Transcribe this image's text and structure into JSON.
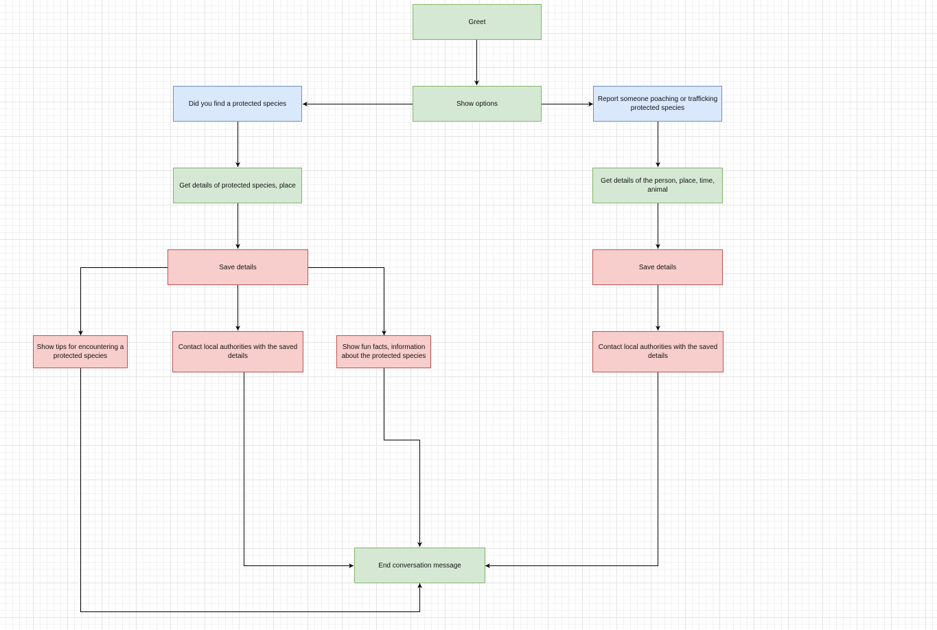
{
  "colors": {
    "green_fill": "#d5e8d4",
    "green_stroke": "#82b366",
    "blue_fill": "#dae8fc",
    "blue_stroke": "#6c8ebf",
    "red_fill": "#f8cecc",
    "red_stroke": "#b85450",
    "edge": "#000000"
  },
  "nodes": {
    "greet": "Greet",
    "show_options": "Show options",
    "found_species": "Did you find a protected species",
    "report_poaching": "Report someone poaching or trafficking protected species",
    "details_species": "Get details of protected species, place",
    "details_person": "Get details of the person, place, time, animal",
    "save_left": "Save details",
    "save_right": "Save details",
    "tips": "Show tips for encountering a protected species",
    "contact_left": "Contact local authorities with the saved details",
    "fun_facts": "Show fun facts, information about the protected species",
    "contact_right": "Contact local authorities with the saved details",
    "end": "End conversation message"
  },
  "edges": [
    {
      "from": "greet",
      "to": "show_options"
    },
    {
      "from": "show_options",
      "to": "found_species"
    },
    {
      "from": "show_options",
      "to": "report_poaching"
    },
    {
      "from": "found_species",
      "to": "details_species"
    },
    {
      "from": "details_species",
      "to": "save_left"
    },
    {
      "from": "save_left",
      "to": "tips"
    },
    {
      "from": "save_left",
      "to": "contact_left"
    },
    {
      "from": "save_left",
      "to": "fun_facts"
    },
    {
      "from": "report_poaching",
      "to": "details_person"
    },
    {
      "from": "details_person",
      "to": "save_right"
    },
    {
      "from": "save_right",
      "to": "contact_right"
    },
    {
      "from": "tips",
      "to": "end"
    },
    {
      "from": "contact_left",
      "to": "end"
    },
    {
      "from": "fun_facts",
      "to": "end"
    },
    {
      "from": "contact_right",
      "to": "end"
    }
  ]
}
